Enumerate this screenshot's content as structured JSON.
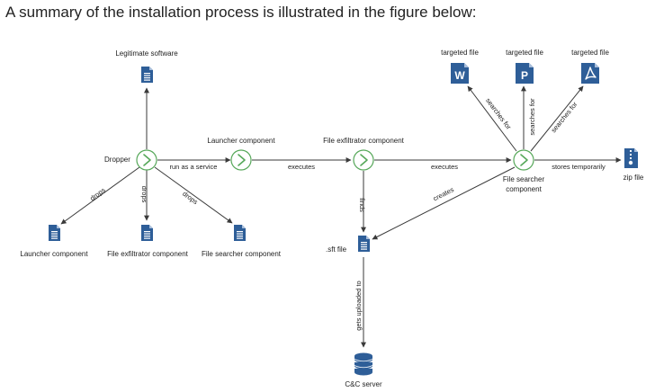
{
  "intro_text": "A summary of the installation process is illustrated in the figure below:",
  "colors": {
    "doc": "#2e5e98",
    "node_stroke": "#57a85a",
    "edge": "#3a3a3a"
  },
  "nodes": {
    "legit": "Legitimate software",
    "dropper": "Dropper",
    "launcher_doc": "Launcher component",
    "exfil_doc": "File exfiltrator component",
    "searcher_doc": "File searcher component",
    "launcher_node": "Launcher component",
    "exfil_node": "File exfiltrator component",
    "searcher_node_1": "File searcher",
    "searcher_node_2": "component",
    "sft": ".sft file",
    "cc": "C&C server",
    "target1": "targeted file",
    "target2": "targeted file",
    "target3": "targeted file",
    "zip": "zip file"
  },
  "edges": {
    "drops1": "drops",
    "drops2": "drops",
    "drops3": "drops",
    "run_service": "run as a service",
    "executes1": "executes",
    "executes2": "executes",
    "finds": "finds",
    "creates": "creates",
    "uploaded": "gets uploaded to",
    "search1": "searches for",
    "search2": "searches for",
    "search3": "searches for",
    "stores": "stores temporarily"
  },
  "icons": {
    "word_letter": "W",
    "ppt_letter": "P"
  }
}
